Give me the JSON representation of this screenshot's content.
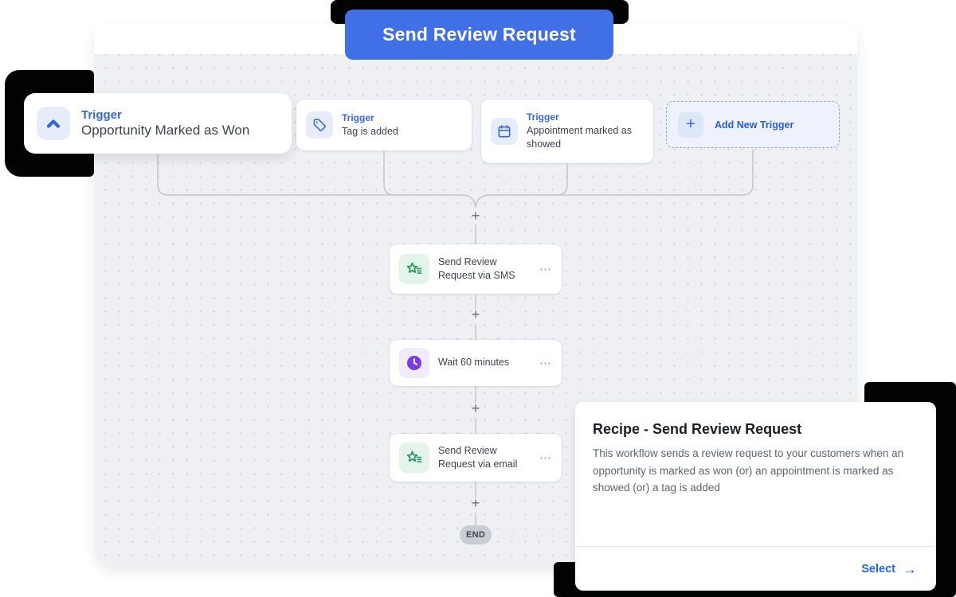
{
  "header_button": {
    "label": "Send Review Request"
  },
  "triggers": [
    {
      "label": "Trigger",
      "name": "Opportunity Marked as Won",
      "icon": "chevron-up-icon"
    },
    {
      "label": "Trigger",
      "name": "Tag is added",
      "icon": "tag-icon"
    },
    {
      "label": "Trigger",
      "name": "Appointment marked as showed",
      "icon": "calendar-icon"
    },
    {
      "label": "Add New Trigger",
      "icon": "plus-icon"
    }
  ],
  "actions": [
    {
      "name": "Send Review Request via SMS",
      "icon": "review-star-icon"
    },
    {
      "name": "Wait 60 minutes",
      "icon": "clock-icon"
    },
    {
      "name": "Send Review Request via email",
      "icon": "review-star-icon"
    }
  ],
  "end_label": "END",
  "recipe": {
    "title": "Recipe - Send Review Request",
    "description": "This workflow sends a review request to your customers when an opportunity is marked as won (or) an appointment is marked as showed (or) a tag is added",
    "select_label": "Select"
  },
  "icons": {
    "plus": "+",
    "ellipsis": "⋯",
    "arrow_right": "→"
  },
  "colors": {
    "accent_blue": "#4170e6",
    "trigger_blue": "#3467df",
    "action_green": "#27945d",
    "wait_purple": "#7a3bec",
    "select_blue": "#2563eb",
    "canvas_bg": "#eef0f3"
  }
}
